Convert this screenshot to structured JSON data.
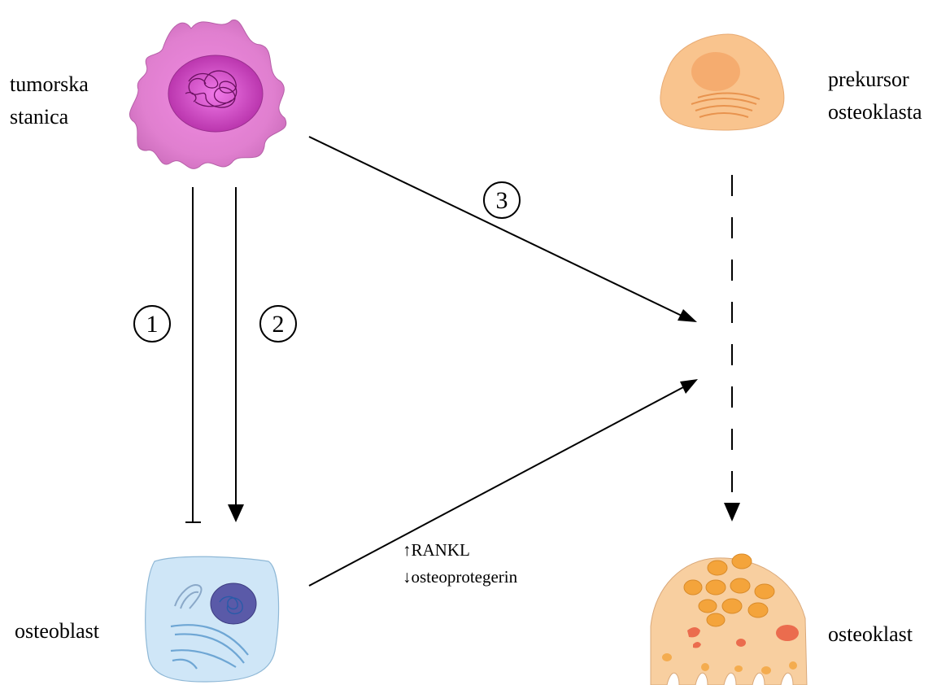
{
  "labels": {
    "tumor_line1": "tumorska",
    "tumor_line2": "stanica",
    "precursor_line1": "prekursor",
    "precursor_line2": "osteoklasta",
    "osteoblast": "osteoblast",
    "osteoclast": "osteoklast",
    "rankl": "↑RANKL",
    "opg": "↓osteoprotegerin"
  },
  "steps": {
    "one": "1",
    "two": "2",
    "three": "3"
  },
  "colors": {
    "tumor_body": "#e07fcf",
    "tumor_nucleus": "#c838b8",
    "precursor": "#f9c48e",
    "osteoblast": "#cfe6f7",
    "osteoblast_nucleus": "#5a5aa8",
    "osteoclast": "#f8cfa0",
    "osteoclast_nucleus": "#f4a43b",
    "osteoclast_spot": "#e8543a",
    "arrow": "#000000"
  }
}
